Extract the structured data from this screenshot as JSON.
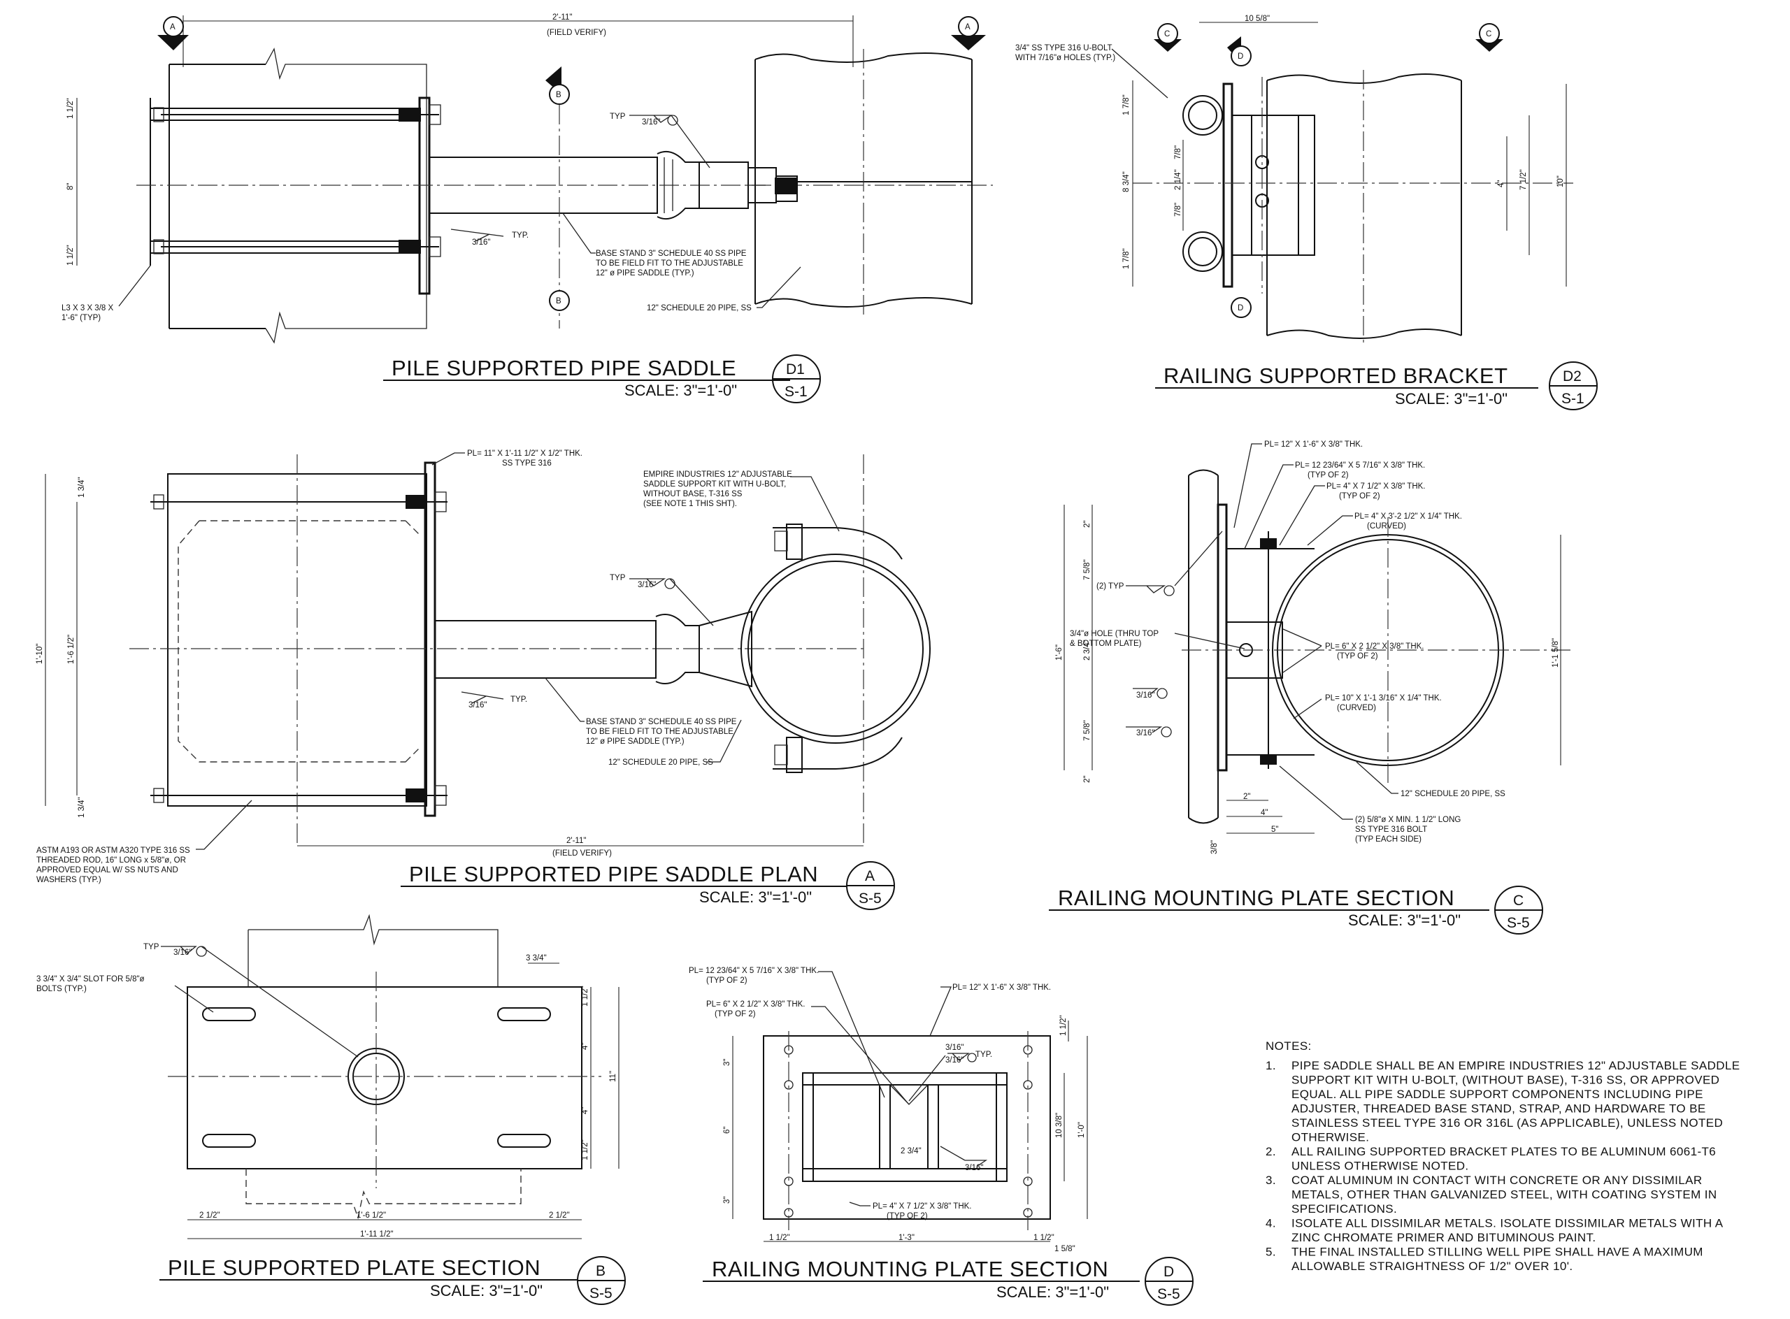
{
  "details": [
    {
      "id": "D1",
      "title": "PILE SUPPORTED PIPE SADDLE",
      "scale": "SCALE: 3\"=1'-0\"",
      "ref": "D1",
      "sheet": "S-1"
    },
    {
      "id": "D2",
      "title": "RAILING SUPPORTED BRACKET",
      "scale": "SCALE: 3\"=1'-0\"",
      "ref": "D2",
      "sheet": "S-1"
    },
    {
      "id": "A",
      "title": "PILE SUPPORTED PIPE SADDLE PLAN",
      "scale": "SCALE: 3\"=1'-0\"",
      "ref": "A",
      "sheet": "S-5"
    },
    {
      "id": "C",
      "title": "RAILING MOUNTING PLATE SECTION",
      "scale": "SCALE: 3\"=1'-0\"",
      "ref": "C",
      "sheet": "S-5"
    },
    {
      "id": "B",
      "title": "PILE SUPPORTED PLATE SECTION",
      "scale": "SCALE: 3\"=1'-0\"",
      "ref": "B",
      "sheet": "S-5"
    },
    {
      "id": "D",
      "title": "RAILING MOUNTING PLATE SECTION",
      "scale": "SCALE: 3\"=1'-0\"",
      "ref": "D",
      "sheet": "S-5"
    }
  ],
  "section_markers": {
    "a": "A",
    "b": "B",
    "c": "C",
    "d": "D",
    "this_sheet": "THIS SHT"
  },
  "annotations": {
    "d1": {
      "field_verify_dim": "2'-11\"",
      "field_verify": "(FIELD VERIFY)",
      "typ": "TYP",
      "typ_dot": "TYP.",
      "weld": "3/16\"",
      "base_stand": [
        "BASE STAND 3\" SCHEDULE 40 SS PIPE",
        "TO BE FIELD FIT TO THE ADJUSTABLE",
        "12\" ø PIPE SADDLE (TYP.)"
      ],
      "pipe": "12\" SCHEDULE 20 PIPE, SS",
      "angle": [
        "L3 X 3 X 3/8 X",
        "1'-6\" (TYP)"
      ],
      "dims": [
        "1 1/2\"",
        "8\"",
        "1 1/2\""
      ]
    },
    "d2": {
      "ubolt": [
        "3/4\" SS TYPE 316 U-BOLT",
        "WITH 7/16\"ø HOLES (TYP.)"
      ],
      "top_dim": "10 5/8\"",
      "dims": [
        "1 7/8\"",
        "8 3/4\"",
        "1 7/8\"",
        "7/8\"",
        "2 1/4\"",
        "7/8\"",
        "4\"",
        "7 1/2\"",
        "10\""
      ]
    },
    "a": {
      "plate": [
        "PL= 11\" X 1'-11 1/2\" X 1/2\" THK.",
        "SS TYPE 316"
      ],
      "saddle": [
        "EMPIRE INDUSTRIES 12\" ADJUSTABLE",
        "SADDLE SUPPORT KIT WITH U-BOLT,",
        "WITHOUT BASE, T-316 SS",
        "(SEE NOTE 1 THIS SHT)."
      ],
      "typ": "TYP",
      "typ_dot": "TYP.",
      "weld": "3/16\"",
      "base_stand": [
        "BASE STAND 3\" SCHEDULE 40 SS PIPE",
        "TO BE FIELD FIT TO THE ADJUSTABLE",
        "12\" ø PIPE SADDLE (TYP.)"
      ],
      "pipe": "12\" SCHEDULE 20 PIPE, SS",
      "rod": [
        "ASTM A193 OR ASTM A320 TYPE 316 SS",
        "THREADED ROD, 16\" LONG x 5/8\"ø, OR",
        "APPROVED EQUAL W/ SS NUTS AND",
        "WASHERS (TYP.)"
      ],
      "field_verify_dim": "2'-11\"",
      "field_verify": "(FIELD VERIFY)",
      "dims": [
        "1'-10\"",
        "1'-6 1/2\"",
        "1 3/4\"",
        "1 3/4\""
      ]
    },
    "c": {
      "pl1": "PL= 12\" X 1'-6\" X 3/8\" THK.",
      "pl2": [
        "PL= 12 23/64\" X 5 7/16\" X 3/8\" THK.",
        "(TYP OF 2)"
      ],
      "pl3": [
        "PL= 4\" X 7 1/2\" X 3/8\" THK.",
        "(TYP OF 2)"
      ],
      "pl4": [
        "PL= 4\" X 3'-2 1/2\" X 1/4\" THK.",
        "(CURVED)"
      ],
      "typ2": "(2) TYP",
      "weld": "3/16\"",
      "hole": [
        "3/4\"ø HOLE (THRU TOP",
        "& BOTTOM PLATE)"
      ],
      "pl5": [
        "PL= 6\" X 2 1/2\" X 3/8\" THK.",
        "(TYP OF 2)"
      ],
      "pl6": [
        "PL= 10\" X 1'-1 3/16\" X 1/4\" THK.",
        "(CURVED)"
      ],
      "pipe": "12\" SCHEDULE 20 PIPE, SS",
      "bolt": [
        "(2) 5/8\"ø X MIN. 1 1/2\" LONG",
        "SS TYPE 316 BOLT",
        "(TYP EACH SIDE)"
      ],
      "dims": [
        "2\"",
        "7 5/8\"",
        "2 3/4\"",
        "7 5/8\"",
        "2\"",
        "1'-6\"",
        "1'-1 5/8\"",
        "2\"",
        "4\"",
        "5\"",
        "3/8\""
      ]
    },
    "b": {
      "typ": "TYP",
      "weld": "3/16\"",
      "slot": [
        "3 3/4\" X 3/4\" SLOT FOR 5/8\"ø",
        "BOLTS (TYP.)"
      ],
      "dims": [
        "3 3/4\"",
        "1 1/2\"",
        "4\"",
        "4\"",
        "1 1/2\"",
        "11\"",
        "2 1/2\"",
        "1'-6 1/2\"",
        "2 1/2\"",
        "1'-11 1/2\""
      ]
    },
    "d": {
      "pl1": [
        "PL= 12 23/64\" X 5 7/16\" X 3/8\" THK.",
        "(TYP OF 2)"
      ],
      "pl2": "PL= 12\" X 1'-6\" X 3/8\" THK.",
      "pl3": [
        "PL= 6\" X 2 1/2\" X 3/8\" THK.",
        "(TYP OF 2)"
      ],
      "typ_dot": "TYP.",
      "weld": "3/16\"",
      "pl4": [
        "PL= 4\" X 7 1/2\" X 3/8\" THK.",
        "(TYP OF 2)"
      ],
      "dims": [
        "1 1/2\"",
        "3\"",
        "6\"",
        "3\"",
        "2 3/4\"",
        "10 3/8\"",
        "1'-0\"",
        "1 1/2\"",
        "1'-3\"",
        "1 1/2\"",
        "1 5/8\""
      ]
    }
  },
  "notes": {
    "heading": "NOTES:",
    "items": [
      [
        "1.",
        "PIPE SADDLE SHALL BE AN EMPIRE INDUSTRIES 12\" ADJUSTABLE SADDLE",
        "SUPPORT KIT WITH U-BOLT, (WITHOUT BASE), T-316 SS, OR APPROVED",
        "EQUAL. ALL PIPE SADDLE SUPPORT COMPONENTS INCLUDING PIPE",
        "ADJUSTER, THREADED BASE STAND, STRAP, AND HARDWARE TO BE",
        "STAINLESS STEEL TYPE 316 OR 316L (AS APPLICABLE), UNLESS NOTED",
        "OTHERWISE."
      ],
      [
        "2.",
        "ALL RAILING SUPPORTED BRACKET PLATES TO BE ALUMINUM 6061-T6",
        "UNLESS OTHERWISE NOTED."
      ],
      [
        "3.",
        "COAT ALUMINUM IN CONTACT WITH CONCRETE OR ANY DISSIMILAR",
        "METALS, OTHER THAN GALVANIZED STEEL, WITH COATING SYSTEM IN",
        "SPECIFICATIONS."
      ],
      [
        "4.",
        "ISOLATE ALL DISSIMILAR METALS. ISOLATE DISSIMILAR METALS WITH A",
        "ZINC CHROMATE PRIMER AND BITUMINOUS PAINT."
      ],
      [
        "5.",
        "THE FINAL INSTALLED STILLING WELL PIPE SHALL HAVE A MAXIMUM",
        "ALLOWABLE STRAIGHTNESS OF 1/2\" OVER 10'."
      ]
    ]
  }
}
